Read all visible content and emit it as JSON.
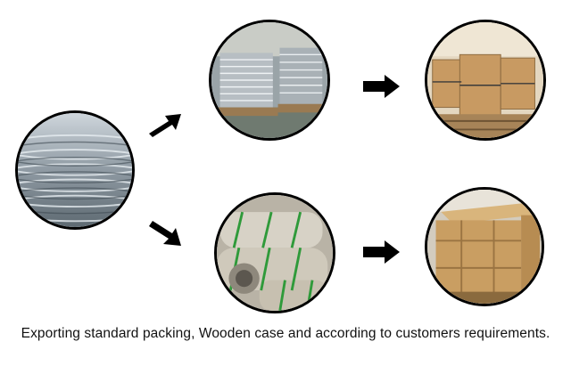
{
  "caption": "Exporting standard packing, Wooden case and according to customers requirements.",
  "images": {
    "source": "aluminum-strip-coils-photo",
    "top_middle": "strip-coils-on-pallets-photo",
    "top_right": "paper-wrapped-coils-on-pallets-photo",
    "bottom_middle": "strapped-coils-photo",
    "bottom_right": "wooden-case-photo"
  },
  "colors": {
    "arrow": "#000000",
    "border": "#000000",
    "background": "#ffffff"
  }
}
